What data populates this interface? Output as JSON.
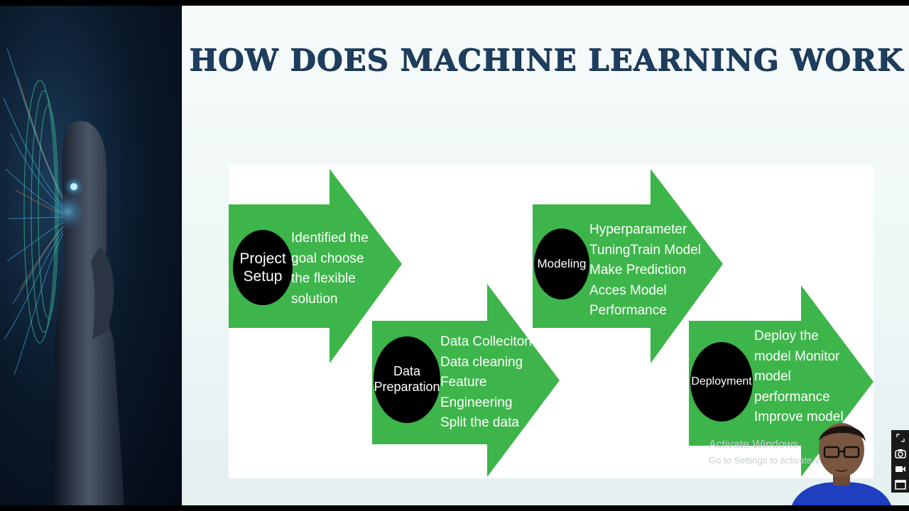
{
  "slide": {
    "title": "HOW DOES MACHINE LEARNING WORK"
  },
  "steps": [
    {
      "name": "Project\nSetup",
      "description": "Identified the\ngoal choose\nthe flexible\nsolution"
    },
    {
      "name": "Data\nPreparation",
      "description": "Data Colleciton\nData cleaning\nFeature\nEngineering\nSplit the data"
    },
    {
      "name": "Modeling",
      "description": "Hyperparameter\nTuningTrain Model\nMake Prediction\nAcces Model\nPerformance"
    },
    {
      "name": "Deployment",
      "description": "Deploy the\nmodel Monitor\nmodel\nperformance\nImprove model"
    }
  ],
  "watermark": {
    "line1": "Activate Windows",
    "line2": "Go to Settings to activate Windows."
  },
  "colors": {
    "arrow_green": "#3db54a",
    "title_navy": "#1d3e5e",
    "circle_black": "#000000"
  },
  "icons": {
    "left_panel": "ai-robot-illustration",
    "toolbar": [
      "expand-icon",
      "camera-icon",
      "video-icon",
      "window-icon"
    ]
  }
}
